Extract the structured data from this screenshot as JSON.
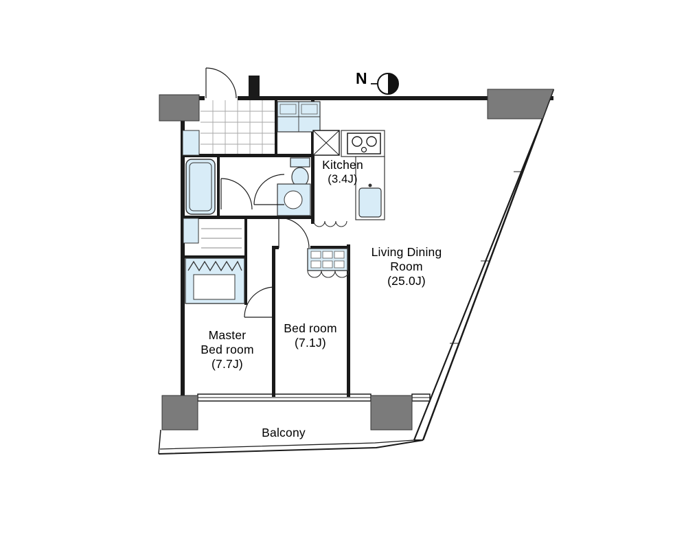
{
  "compass": {
    "label": "N"
  },
  "rooms": {
    "kitchen": {
      "name": "Kitchen",
      "area": "(3.4J)"
    },
    "living_dining": {
      "line1": "Living Dining",
      "line2": "Room",
      "area": "(25.0J)"
    },
    "bedroom": {
      "name": "Bed room",
      "area": "(7.1J)"
    },
    "master_bedroom": {
      "line1": "Master",
      "line2": "Bed room",
      "area": "(7.7J)"
    },
    "balcony": {
      "name": "Balcony"
    }
  },
  "colors": {
    "wall": "#1a1a1a",
    "pillar": "#7b7b7b",
    "fixture_fill": "#d8ecf7",
    "grid_line": "#a5a5a5"
  }
}
